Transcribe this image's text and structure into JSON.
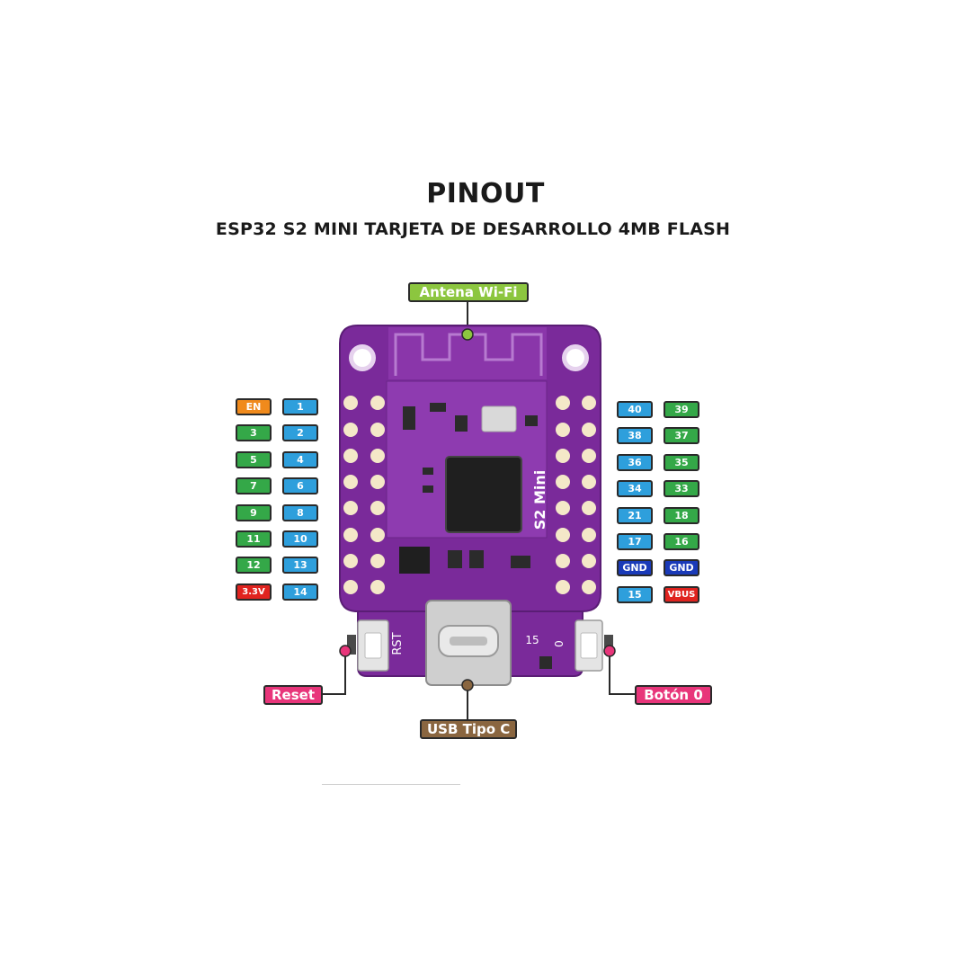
{
  "header": {
    "title": "PINOUT",
    "subtitle": "ESP32 S2 MINI TARJETA DE DESARROLLO 4MB FLASH"
  },
  "colors": {
    "gpio_blue": "#2e9fdc",
    "gpio_green": "#34a848",
    "en_orange": "#f08a1c",
    "power_red": "#e0231f",
    "gnd_navy": "#1a3ab8",
    "antenna_green": "#8cc63f",
    "callout_pink": "#e8357a",
    "usb_brown": "#8a6640",
    "board_purple": "#7a2a9a"
  },
  "board": {
    "silk_model": "S2 Mini",
    "silk_reset": "RST",
    "silk_15": "15",
    "silk_0": "0"
  },
  "pins": {
    "left_outer": [
      {
        "label": "EN",
        "type": "en"
      },
      {
        "label": "3",
        "type": "gpio_green"
      },
      {
        "label": "5",
        "type": "gpio_green"
      },
      {
        "label": "7",
        "type": "gpio_green"
      },
      {
        "label": "9",
        "type": "gpio_green"
      },
      {
        "label": "11",
        "type": "gpio_green"
      },
      {
        "label": "12",
        "type": "gpio_green"
      },
      {
        "label": "3.3V",
        "type": "power"
      }
    ],
    "left_inner": [
      {
        "label": "1",
        "type": "gpio_blue"
      },
      {
        "label": "2",
        "type": "gpio_blue"
      },
      {
        "label": "4",
        "type": "gpio_blue"
      },
      {
        "label": "6",
        "type": "gpio_blue"
      },
      {
        "label": "8",
        "type": "gpio_blue"
      },
      {
        "label": "10",
        "type": "gpio_blue"
      },
      {
        "label": "13",
        "type": "gpio_blue"
      },
      {
        "label": "14",
        "type": "gpio_blue"
      }
    ],
    "right_inner": [
      {
        "label": "40",
        "type": "gpio_blue"
      },
      {
        "label": "38",
        "type": "gpio_blue"
      },
      {
        "label": "36",
        "type": "gpio_blue"
      },
      {
        "label": "34",
        "type": "gpio_blue"
      },
      {
        "label": "21",
        "type": "gpio_blue"
      },
      {
        "label": "17",
        "type": "gpio_blue"
      },
      {
        "label": "GND",
        "type": "gnd"
      },
      {
        "label": "15",
        "type": "gpio_blue"
      }
    ],
    "right_outer": [
      {
        "label": "39",
        "type": "gpio_green"
      },
      {
        "label": "37",
        "type": "gpio_green"
      },
      {
        "label": "35",
        "type": "gpio_green"
      },
      {
        "label": "33",
        "type": "gpio_green"
      },
      {
        "label": "18",
        "type": "gpio_green"
      },
      {
        "label": "16",
        "type": "gpio_green"
      },
      {
        "label": "GND",
        "type": "gnd"
      },
      {
        "label": "VBUS",
        "type": "power"
      }
    ]
  },
  "callouts": {
    "antenna": "Antena Wi-Fi",
    "reset": "Reset",
    "usb": "USB Tipo C",
    "boot": "Botón 0"
  }
}
